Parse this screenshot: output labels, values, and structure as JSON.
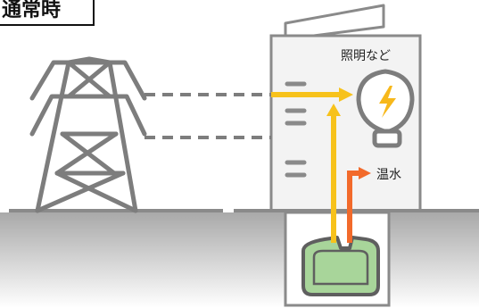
{
  "title": "通常時",
  "labels": {
    "lighting": "照明など",
    "hot_water": "温水"
  },
  "colors": {
    "electricity_arrow": "#f7c21b",
    "hot_water_arrow": "#f26a2b",
    "bulb_bolt": "#f7b81b",
    "outline_gray": "#8a8a8a",
    "ground_fill": "#b0b0b0",
    "fuel_cell_fill": "#a8d59a",
    "building_fill": "#f3f3f3"
  }
}
